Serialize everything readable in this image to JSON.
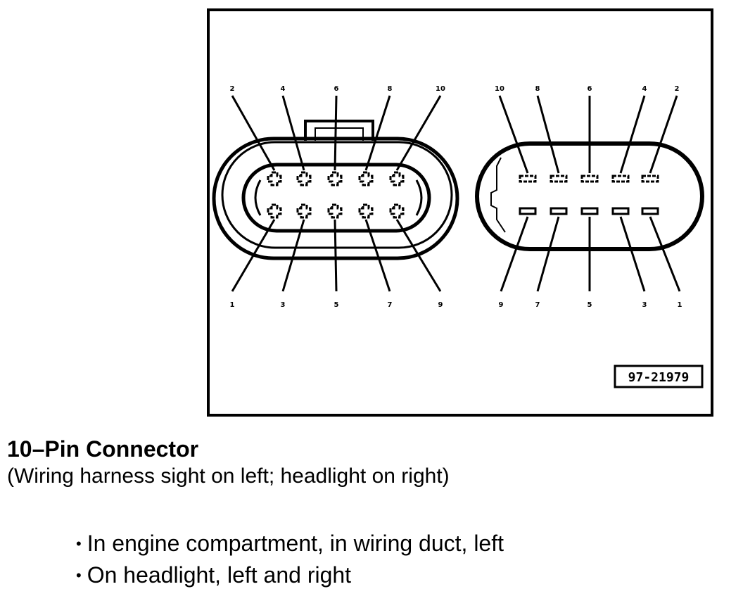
{
  "figure": {
    "reference_code": "97-21979",
    "left_connector": {
      "top_row_labels": [
        "2",
        "4",
        "6",
        "8",
        "10"
      ],
      "bottom_row_labels": [
        "1",
        "3",
        "5",
        "7",
        "9"
      ]
    },
    "right_connector": {
      "top_row_labels": [
        "10",
        "8",
        "6",
        "4",
        "2"
      ],
      "bottom_row_labels": [
        "9",
        "7",
        "5",
        "3",
        "1"
      ]
    }
  },
  "caption": {
    "title": "10–Pin Connector",
    "subtitle": "(Wiring harness sight on left; headlight on right)",
    "bullet_glyph": "•",
    "locations": [
      "In engine compartment, in wiring duct, left",
      "On headlight, left and right"
    ]
  }
}
